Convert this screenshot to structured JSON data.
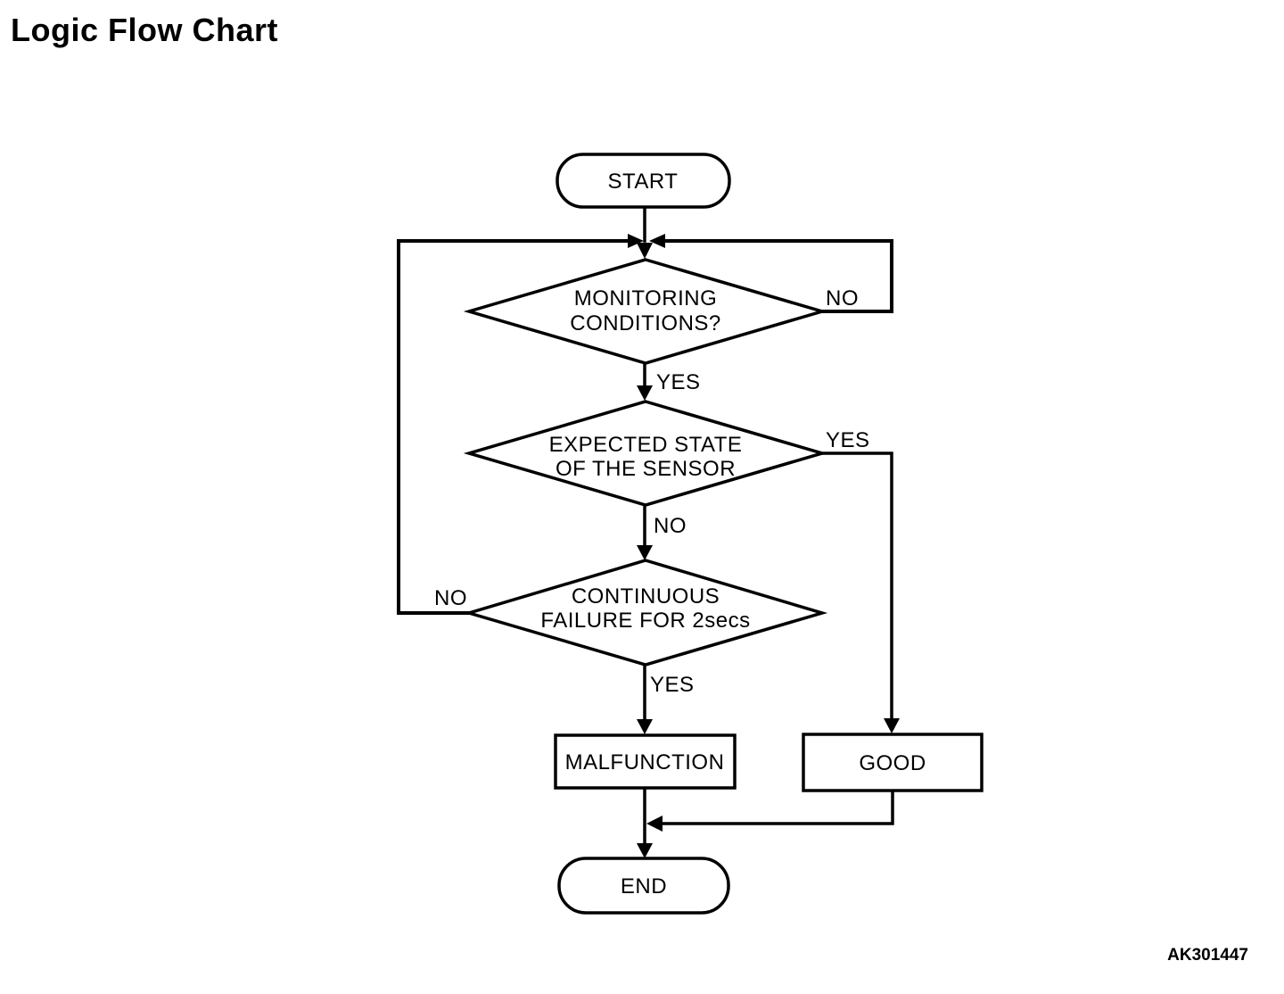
{
  "page": {
    "title": "Logic Flow Chart",
    "figure_code": "AK301447"
  },
  "colors": {
    "line": "#000000",
    "text": "#000000",
    "background": "#ffffff"
  },
  "flowchart": {
    "nodes": {
      "start": {
        "type": "terminator",
        "label": "START"
      },
      "monitoring_conditions": {
        "type": "decision",
        "label_line1": "MONITORING",
        "label_line2": "CONDITIONS?",
        "branch_no": "NO",
        "branch_yes": "YES"
      },
      "expected_state": {
        "type": "decision",
        "label_line1": "EXPECTED STATE",
        "label_line2": "OF THE SENSOR",
        "branch_yes": "YES",
        "branch_no": "NO"
      },
      "continuous_failure": {
        "type": "decision",
        "label_line1": "CONTINUOUS",
        "label_line2": "FAILURE FOR 2secs",
        "branch_no": "NO",
        "branch_yes": "YES"
      },
      "malfunction": {
        "type": "process",
        "label": "MALFUNCTION"
      },
      "good": {
        "type": "process",
        "label": "GOOD"
      },
      "end": {
        "type": "terminator",
        "label": "END"
      }
    }
  }
}
